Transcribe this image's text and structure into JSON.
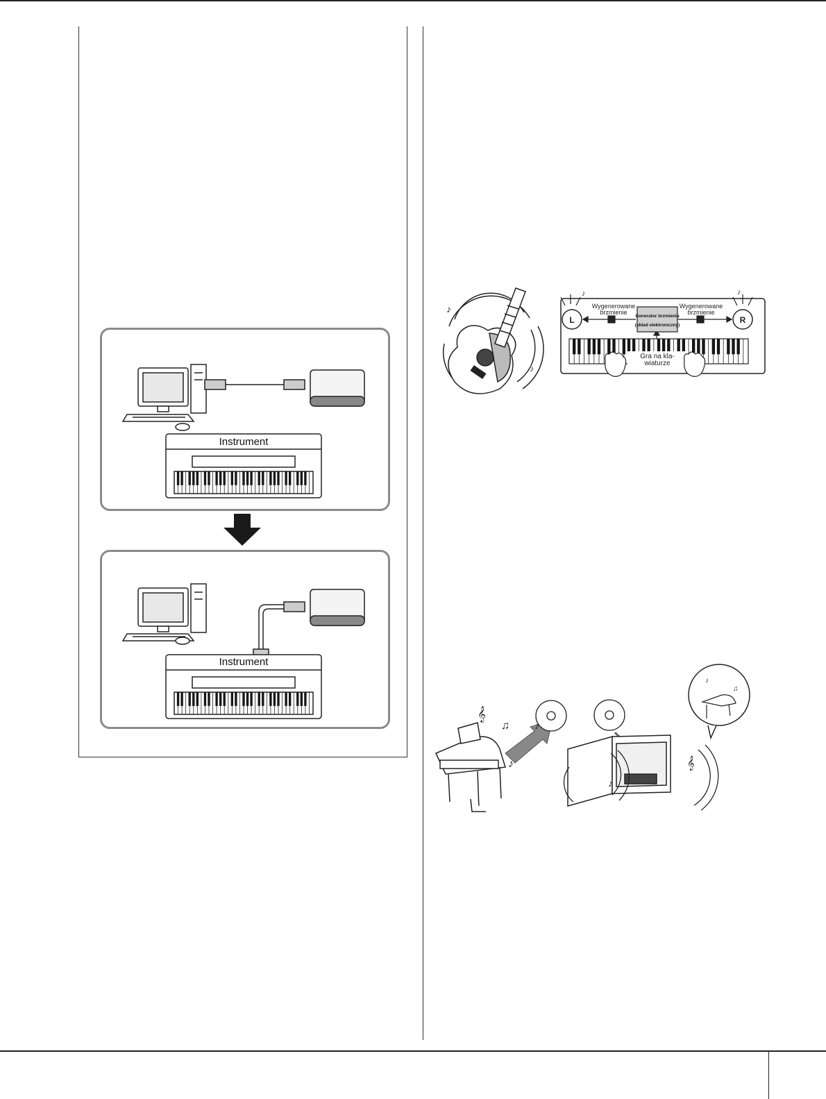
{
  "connection_diagram": {
    "top_panel": {
      "instrument_label": "Instrument"
    },
    "bottom_panel": {
      "instrument_label": "Instrument"
    },
    "arrow_icon": "down-arrow-icon"
  },
  "sound_diagram": {
    "left_speaker": "L",
    "right_speaker": "R",
    "left_output_label_1": "Wygenerowane",
    "left_output_label_2": "brzmienie",
    "right_output_label_1": "Wygenerowane",
    "right_output_label_2": "brzmienie",
    "generator_label_1": "Generator brzmienia",
    "generator_label_2": "(układ elektroniczny)",
    "keyboard_label_1": "Gra na kla-",
    "keyboard_label_2": "wiaturze"
  },
  "colors": {
    "panel_border": "#8a8a8a",
    "line": "#222222",
    "arrow": "#1a1a1a"
  }
}
